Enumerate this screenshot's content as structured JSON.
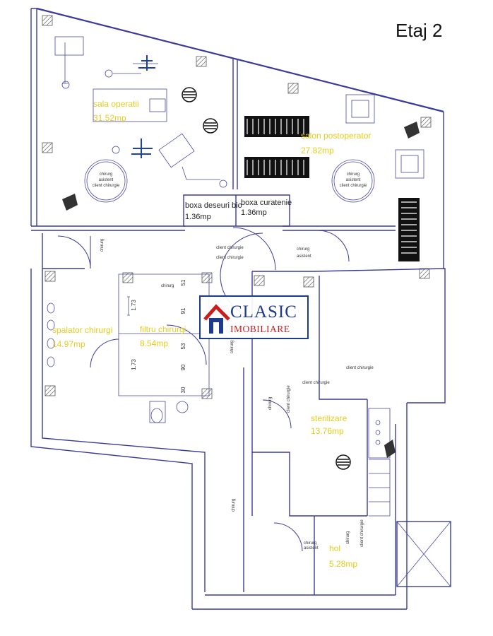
{
  "floor": {
    "title": "Etaj 2"
  },
  "rooms": {
    "sala_operatii": {
      "name": "sala operatii",
      "area": "31.52mp"
    },
    "salon_postoperator": {
      "name": "salon postoperator",
      "area": "27.82mp"
    },
    "boxa_deseuri": {
      "name": "boxa deseuri bio",
      "area": "1.36mp"
    },
    "boxa_curatenie": {
      "name": "boxa curatenie",
      "area": "1.36mp"
    },
    "spalator": {
      "name": "spalator chirurgi",
      "area": "14.97mp"
    },
    "filtru": {
      "name": "filtru chirurgi",
      "area": "8.54mp"
    },
    "sterilizare": {
      "name": "sterilizare",
      "area": "13.76mp"
    },
    "hol": {
      "name": "hol",
      "area": "5.28mp"
    }
  },
  "labels": {
    "chirurg": "chirurg",
    "asistent": "asistent",
    "client_chirurgie": "client chirurgie"
  },
  "dimensions": [
    "1.73",
    "1.73",
    "51",
    "91",
    "53",
    "90",
    "30"
  ],
  "logo": {
    "name": "CLASIC",
    "sub": "IMOBILIARE",
    "primary": "#1e3a8a",
    "accent": "#c81e1e"
  },
  "colors": {
    "walls": "#3a3a9a",
    "room_text": "#e6cc1e",
    "label_text": "#1f7a3a"
  }
}
